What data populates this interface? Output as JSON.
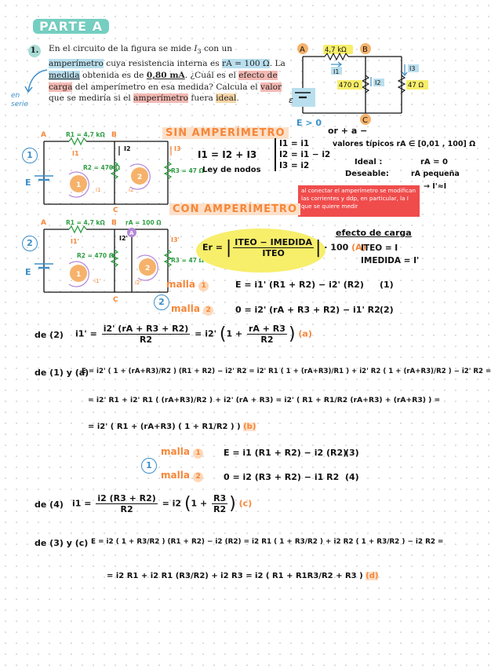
{
  "title": "PARTE A",
  "problem": {
    "number": "1.",
    "text_1": "En el circuito de la figura se mide ",
    "var_i3": "I",
    "sub_3": "3",
    "text_2": " con un ",
    "w_amperimetro": "amperímetro",
    "text_3": " cuya resistencia interna es ",
    "ra_value": "rA = 100 Ω",
    "text_4": ". La ",
    "w_medida": "medida",
    "text_5": " obtenida es de ",
    "w_value": "0,80 mA",
    "text_6": ". ¿Cuál es el ",
    "w_efecto": "efecto de carga",
    "text_7": " del amperímetro en esa medida? Calcula el ",
    "w_valor": "valor",
    "text_8": " que se mediría si el ",
    "w_amperimetro2": "amperímetro",
    "text_9": " fuera ",
    "w_ideal": "ideal",
    "text_10": "."
  },
  "side_note": [
    "en",
    "serie"
  ],
  "circuit_top": {
    "node_a": "A",
    "node_b": "B",
    "node_c": "C",
    "r1": "4,7 kΩ",
    "r2": "470 Ω",
    "r3": "47 Ω",
    "i1": "I1",
    "i2": "I2",
    "i3": "I3",
    "source": "ε",
    "note": "E > 0",
    "note2": "or + a −"
  },
  "sin_title": "SIN AMPERÍMETRO",
  "con_title": "CON AMPERÍMETRO",
  "nodes_eq": "I1 = I2 + I3",
  "ley_nodos": "Ley de nodos",
  "sys": [
    "I1 = i1",
    "I2 = i1 − i2",
    "I3 = i2"
  ],
  "valores": "valores típicos  rA ∈ [0,01 , 100] Ω",
  "ideal_label": "Ideal :",
  "deseable_label": "Deseable:",
  "ideal_val": "rA = 0",
  "deseable_val": "rA pequeña",
  "arrow_val": "→ I'≈I",
  "red_box": "al conectar el amperímetro se modifican las corrientes y ddp, en particular, la I que se quiere medir",
  "circuit1": {
    "label": "1",
    "node_a": "A",
    "node_b": "B",
    "node_c": "C",
    "r1": "R1 = 4,7 kΩ",
    "r2": "R2 = 470 Ω",
    "r3": "R3 = 47 Ω",
    "i1": "I1",
    "i2": "I2",
    "i3": "I3",
    "source": "E",
    "loop1": "1",
    "loop2": "2",
    "li1": "i1",
    "li2": "i2"
  },
  "circuit2": {
    "label": "2",
    "node_a": "A",
    "node_b": "B",
    "node_c": "C",
    "r1": "R1 = 4,7 kΩ",
    "r2": "R2 = 470 Ω",
    "r3": "R3 = 47 Ω",
    "ra": "rA = 100 Ω",
    "i1": "I1'",
    "i2": "I2'",
    "i3": "I3'",
    "source": "E",
    "loop1": "1",
    "loop2": "2",
    "li1": "i1'",
    "li2": "i2'",
    "meter": "A"
  },
  "efecto_carga": "efecto de carga",
  "er_formula": {
    "lhs": "Er =",
    "num": "ITEO − IMEDIDA",
    "den": "ITEO",
    "tail": "· 100",
    "tag": "(A)"
  },
  "iteo": "ITEO = I",
  "imedida": "IMEDIDA = I'",
  "circle2": "2",
  "circle1": "1",
  "malla_label": "malla",
  "mallas_2": [
    {
      "num": "1",
      "eq": "E = i1' (R1 + R2) − i2' (R2)",
      "tag": "(1)"
    },
    {
      "num": "2",
      "eq": "0 = i2' (rA + R3 + R2) − i1' R2",
      "tag": "(2)"
    }
  ],
  "de2": {
    "label": "de (2)",
    "lhs": "i1' =",
    "num": "i2' (rA + R3 + R2)",
    "den": "R2",
    "mid": "= i2'",
    "paren_l": "1 +",
    "pnum": "rA + R3",
    "pden": "R2",
    "tag": "(a)"
  },
  "de1a": {
    "label": "de (1) y (a)",
    "line1": "E = i2' ( 1 + (rA+R3)/R2 ) (R1 + R2) − i2' R2 = i2' R1 ( 1 + (rA+R3)/R1 ) + i2' R2 ( 1 + (rA+R3)/R2 ) − i2' R2 =",
    "line2": "= i2' R1 + i2' R1 ( (rA+R3)/R2 ) + i2' (rA + R3) = i2' ( R1 + R1/R2 (rA+R3) + (rA+R3) ) =",
    "line3": "= i2' ( R1 + (rA+R3) ( 1 + R1/R2 ) )",
    "tag": "(b)"
  },
  "mallas_1": [
    {
      "num": "1",
      "eq": "E = i1 (R1 + R2) − i2 (R2)",
      "tag": "(3)"
    },
    {
      "num": "2",
      "eq": "0 = i2 (R3 + R2) − i1 R2",
      "tag": "(4)"
    }
  ],
  "de4": {
    "label": "de (4)",
    "lhs": "i1 =",
    "num": "i2 (R3 + R2)",
    "den": "R2",
    "mid": "= i2",
    "paren_l": "1 +",
    "pnum": "R3",
    "pden": "R2",
    "tag": "(c)"
  },
  "de3c": {
    "label": "de (3) y (c)",
    "line1": "E = i2 ( 1 + R3/R2 ) (R1 + R2) − i2 (R2) = i2 R1 ( 1 + R3/R2 ) + i2 R2 ( 1 + R3/R2 ) − i2 R2 =",
    "line2": "= i2 R1 + i2 R1 (R3/R2) + i2 R3 = i2 ( R1 + R1R3/R2 + R3 )",
    "tag": "(d)"
  },
  "colors": {
    "teal": "#74cfc1",
    "orange": "#f5873a",
    "blue": "#3b8fc9",
    "red": "#f04c4c",
    "yellow": "#f7ee6a",
    "green": "#2f9e44",
    "purple": "#b388d8"
  }
}
